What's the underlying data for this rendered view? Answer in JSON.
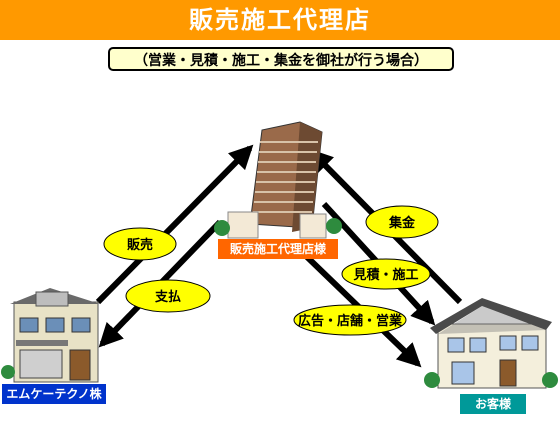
{
  "header": {
    "title": "販売施工代理店"
  },
  "subtitle": "（営業・見積・施工・集金を御社が行う場合）",
  "nodes": {
    "agent": "販売施工代理店様",
    "manufacturer": "エムケーテクノ株式会社",
    "customer": "お客様"
  },
  "flows": {
    "sales": "販売",
    "payment": "支払",
    "collection": "集金",
    "estimate": "見積・施工",
    "marketing": "広告・店舗・営業"
  },
  "colors": {
    "banner": "#ff9900",
    "subtitle_bg": "#ffffcc",
    "ellipse": "#ffff00",
    "agent_label": "#ff6600",
    "manufacturer_label": "#0033cc",
    "customer_label": "#009999"
  }
}
